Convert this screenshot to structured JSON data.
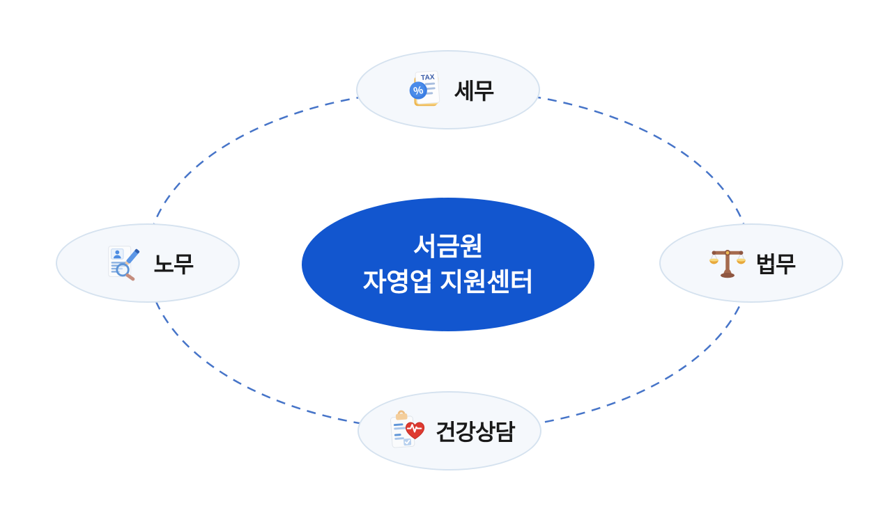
{
  "colors": {
    "background": "#FFFFFF",
    "center_fill": "#1256CF",
    "center_text": "#FFFFFF",
    "node_fill": "#F5F8FC",
    "node_border": "#D5E2EF",
    "dash": "#4674C8",
    "label_text": "#191919"
  },
  "center": {
    "line1": "서금원",
    "line2": "자영업 지원센터"
  },
  "nodes": [
    {
      "label": "세무",
      "icon": "tax-document-icon",
      "position": "top"
    },
    {
      "label": "노무",
      "icon": "labor-inspection-icon",
      "position": "left"
    },
    {
      "label": "법무",
      "icon": "balance-scale-icon",
      "position": "right"
    },
    {
      "label": "건강상담",
      "icon": "health-clipboard-icon",
      "position": "bottom"
    }
  ]
}
